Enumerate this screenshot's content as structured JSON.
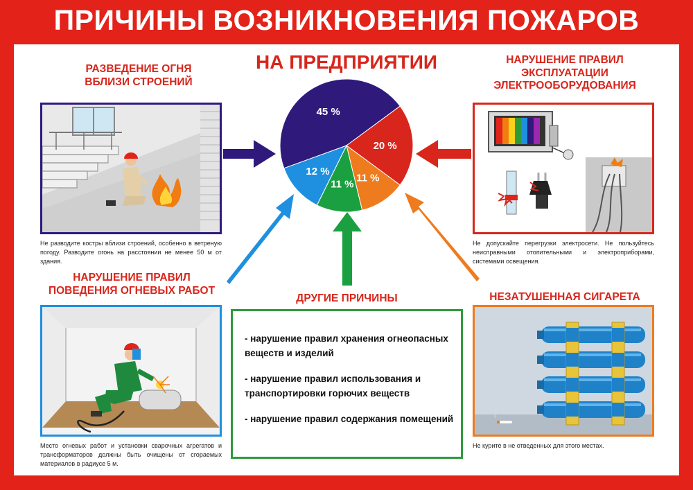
{
  "title": "ПРИЧИНЫ ВОЗНИКНОВЕНИЯ ПОЖАРОВ",
  "center": {
    "title": "НА ПРЕДПРИЯТИИ"
  },
  "chart_data": {
    "type": "pie",
    "labels": [
      "45 %",
      "20 %",
      "11 %",
      "11 %",
      "12 %"
    ],
    "values": [
      45,
      20,
      11,
      11,
      12
    ],
    "colors": [
      "#2f1a7c",
      "#d8261c",
      "#ee7b1e",
      "#1aa040",
      "#1f8fdf"
    ]
  },
  "sections": {
    "fire": {
      "heading_line1": "РАЗВЕДЕНИЕ ОГНЯ",
      "heading_line2": "ВБЛИЗИ СТРОЕНИЙ",
      "caption": "Не разводите костры вблизи строений, особенно в ветреную погоду. Разводите огонь на расстоянии не менее 50 м от здания.",
      "color": "#2f1a7c"
    },
    "electric": {
      "heading_line1": "НАРУШЕНИЕ ПРАВИЛ",
      "heading_line2": "ЭКСПЛУАТАЦИИ",
      "heading_line3": "ЭЛЕКТРООБОРУДОВАНИЯ",
      "caption": "Не допускайте перегрузки электросети. Не пользуйтесь неисправными отопительными и электроприборами, системами освещения.",
      "color": "#d8261c"
    },
    "welding": {
      "heading_line1": "НАРУШЕНИЕ ПРАВИЛ",
      "heading_line2": "ПОВЕДЕНИЯ ОГНЕВЫХ РАБОТ",
      "caption": "Место огневых работ и установки сварочных агрегатов и трансформаторов должны быть очищены от сгораемых материалов в радиусе 5 м.",
      "color": "#1f8fdf"
    },
    "other": {
      "heading": "ДРУГИЕ ПРИЧИНЫ",
      "items": [
        "- нарушение правил хранения огнеопасных веществ и изделий",
        "- нарушение правил использования и транспортировки горючих веществ",
        "- нарушение правил  содержания помещений"
      ],
      "color": "#2e9a3c"
    },
    "cigarette": {
      "heading": "НЕЗАТУШЕННАЯ СИГАРЕТА",
      "caption": "Не курите в не отведенных для этого местах.",
      "color": "#ee7b1e"
    }
  }
}
